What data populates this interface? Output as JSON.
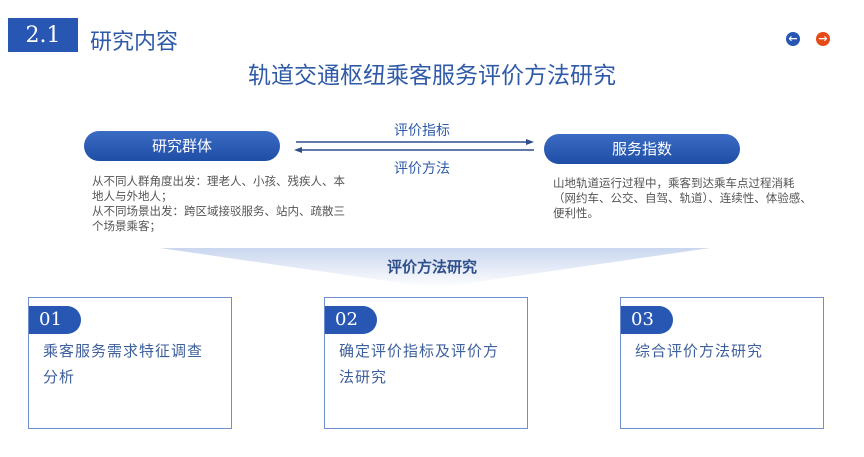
{
  "section": {
    "number": "2.1",
    "title": "研究内容"
  },
  "title": "轨道交通枢纽乘客服务评价方法研究",
  "nav": {
    "prev_color": "#2756b3",
    "next_color": "#e64a19"
  },
  "left": {
    "label": "研究群体",
    "desc": "从不同人群角度出发：理老人、小孩、残疾人、本地人与外地人；\n从不同场景出发：跨区域接驳服务、站内、疏散三个场景乘客；"
  },
  "right": {
    "label": "服务指数",
    "desc": "山地轨道运行过程中，乘客到达乘车点过程消耗（网约车、公交、自驾、轨道）、连续性、体验感、便利性。"
  },
  "arrows": {
    "top": "评价指标",
    "bottom": "评价方法"
  },
  "subtitle": "评价方法研究",
  "cards": [
    {
      "num": "01",
      "text": "乘客服务需求特征调查分析"
    },
    {
      "num": "02",
      "text": "确定评价指标及评价方法研究"
    },
    {
      "num": "03",
      "text": "综合评价方法研究"
    }
  ]
}
